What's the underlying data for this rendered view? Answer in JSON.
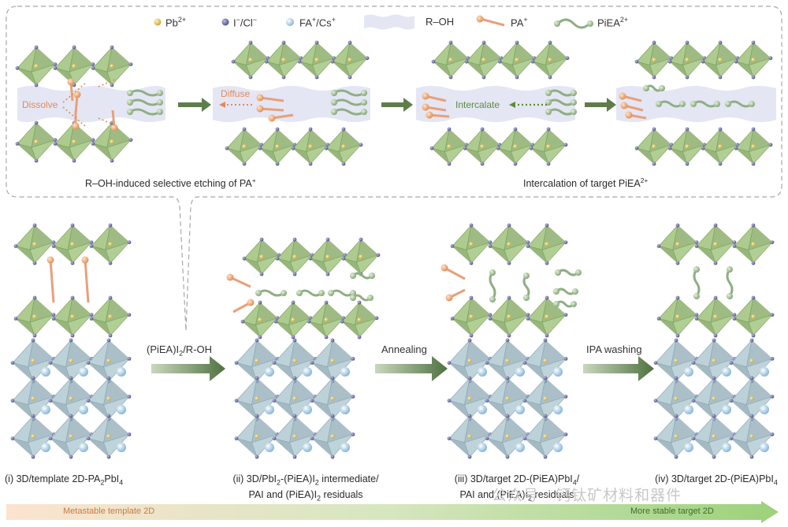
{
  "legend": {
    "pb": "Pb",
    "pb_sup": "2+",
    "halide": "I",
    "halide_sup1": "−",
    "halide_mid": "/Cl",
    "halide_sup2": "−",
    "fa": "FA",
    "fa_sup1": "+",
    "fa_mid": "/Cs",
    "fa_sup2": "+",
    "roh": "R–OH",
    "pa": "PA",
    "pa_sup": "+",
    "piea": "PiEA",
    "piea_sup": "2+"
  },
  "inset": {
    "dissolve": "Dissolve",
    "diffuse": "Diffuse",
    "intercalate": "Intercalate",
    "caption_left": "R–OH-induced selective etching of PA",
    "caption_left_sup": "+",
    "caption_right": "Intercalation of target PiEA",
    "caption_right_sup": "2+"
  },
  "arrows": {
    "step1": "(PiEA)I",
    "step1_sub": "2",
    "step1_rest": "/R-OH",
    "step2": "Annealing",
    "step3": "IPA washing"
  },
  "stages": {
    "s1": "(i) 3D/template 2D-PA",
    "s1_sub": "2",
    "s1_rest": "PbI",
    "s1_sub2": "4",
    "s2_line1": "(ii) 3D/PbI",
    "s2_sub1": "2",
    "s2_mid": "-(PiEA)I",
    "s2_sub2": "2",
    "s2_end": " intermediate/",
    "s2_line2": "PAI and (PiEA)I",
    "s2_sub3": "2",
    "s2_line2_end": " residuals",
    "s3_line1": "(iii) 3D/target 2D-(PiEA)PbI",
    "s3_sub1": "4",
    "s3_end": "/",
    "s3_line2": "PAI and (PiEA)I",
    "s3_sub2": "2",
    "s3_line2_end": " residuals",
    "s4": "(iv) 3D/target 2D-(PiEA)PbI",
    "s4_sub": "4"
  },
  "bar": {
    "left": "Metastable template 2D",
    "right": "More stable target 2D"
  },
  "watermark": "公众号 · 钙钛矿材料和器件",
  "colors": {
    "octa_green": "#a9c98a",
    "octa_green_dark": "#7ea55c",
    "octa_blue": "#b9cfd6",
    "pa_orange": "#e8a07a",
    "piea_green": "#8fae84",
    "roh_band": "#e4e6f4",
    "arrow_green": "#5a7a46",
    "dissolve_text": "#e38a5a",
    "intercalate_text": "#5e8a3e"
  }
}
